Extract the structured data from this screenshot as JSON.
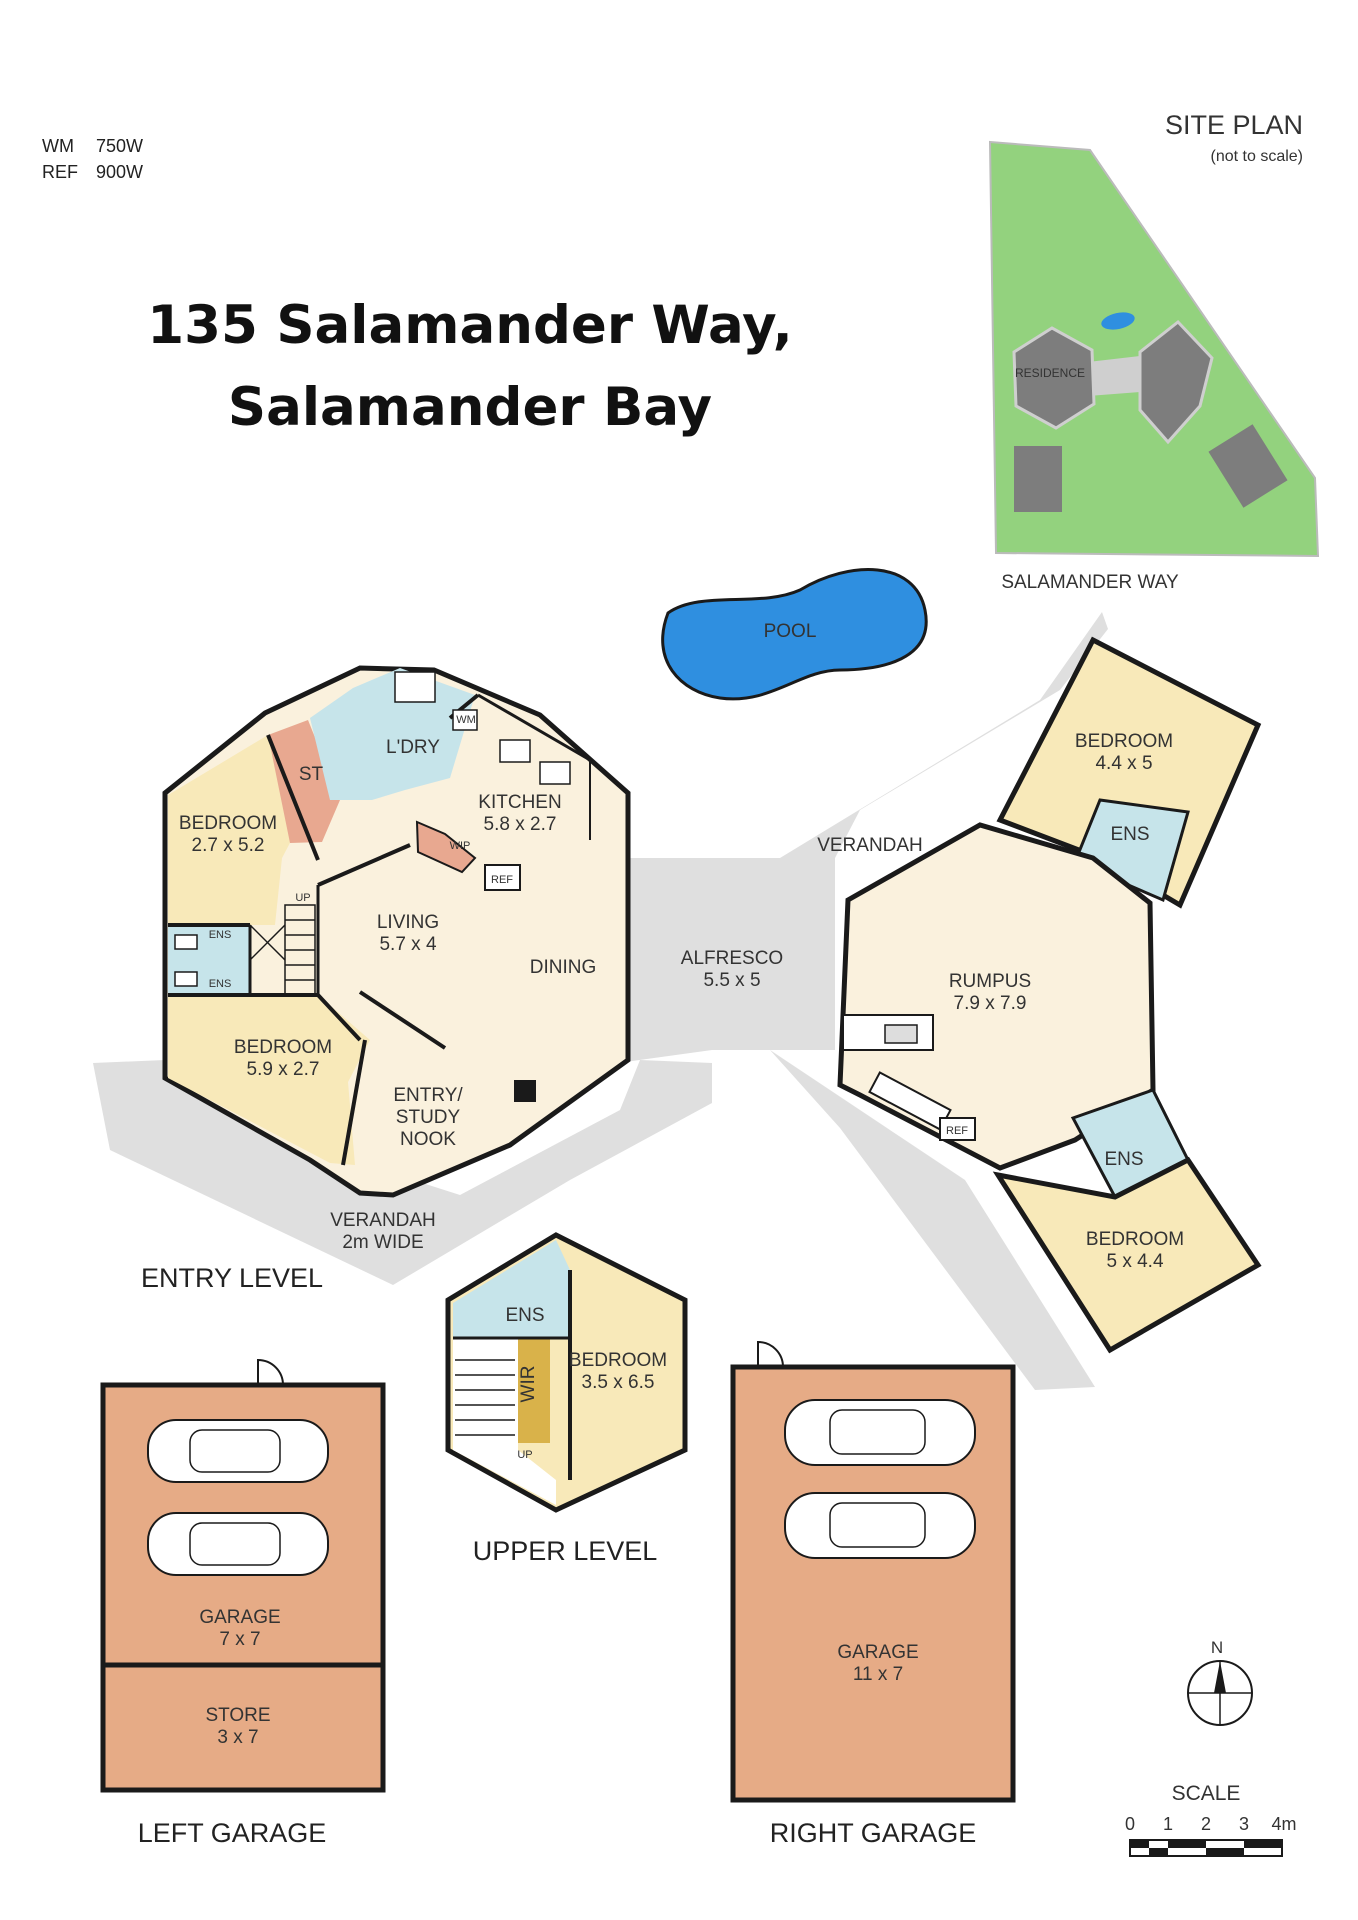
{
  "legend": {
    "rows": [
      {
        "key": "WM",
        "value": "750W"
      },
      {
        "key": "REF",
        "value": "900W"
      }
    ]
  },
  "title": {
    "line1": "135 Salamander Way,",
    "line2": "Salamander Bay"
  },
  "site_plan": {
    "heading": "SITE PLAN",
    "note": "(not to scale)",
    "residence": "RESIDENCE",
    "street": "SALAMANDER WAY"
  },
  "sections": {
    "entry_level": "ENTRY LEVEL",
    "upper_level": "UPPER LEVEL",
    "left_garage": "LEFT GARAGE",
    "right_garage": "RIGHT GARAGE"
  },
  "rooms": {
    "pool": "POOL",
    "laundry": "L'DRY",
    "wm": "WM",
    "st": "ST",
    "kitchen_name": "KITCHEN",
    "kitchen_size": "5.8 x 2.7",
    "wip": "WIP",
    "ref": "REF",
    "bed1_name": "BEDROOM",
    "bed1_size": "2.7 x 5.2",
    "ens_a": "ENS",
    "ens_b": "ENS",
    "up": "UP",
    "living_name": "LIVING",
    "living_size": "5.7 x 4",
    "dining": "DINING",
    "bed2_name": "BEDROOM",
    "bed2_size": "5.9 x 2.7",
    "entry_1": "ENTRY/",
    "entry_2": "STUDY",
    "entry_3": "NOOK",
    "verandah_1": "VERANDAH",
    "verandah_2": "2m WIDE",
    "alfresco_name": "ALFRESCO",
    "alfresco_size": "5.5 x 5",
    "verandah_top": "VERANDAH",
    "bed3_name": "BEDROOM",
    "bed3_size": "4.4 x 5",
    "ens_c": "ENS",
    "rumpus_name": "RUMPUS",
    "rumpus_size": "7.9 x 7.9",
    "ref2": "REF",
    "ens_d": "ENS",
    "bed4_name": "BEDROOM",
    "bed4_size": "5 x 4.4",
    "upper_ens": "ENS",
    "wir": "WIR",
    "upper_bed_name": "BEDROOM",
    "upper_bed_size": "3.5 x 6.5",
    "upper_up": "UP",
    "lgarage_name": "GARAGE",
    "lgarage_size": "7 x 7",
    "store_name": "STORE",
    "store_size": "3 x 7",
    "rgarage_name": "GARAGE",
    "rgarage_size": "11 x 7"
  },
  "compass": {
    "north": "N"
  },
  "scale": {
    "heading": "SCALE",
    "ticks": [
      "0",
      "1",
      "2",
      "3",
      "4m"
    ]
  },
  "colors": {
    "bedroom": "#f8e9b9",
    "living": "#faf1dd",
    "wet": "#c6e4ea",
    "verandah": "#dfdfdf",
    "garage": "#e6ab86",
    "store_room": "#e8a890",
    "wir": "#d9b24a",
    "pool": "#2f8fe0",
    "site_green": "#93d27e",
    "site_building": "#7d7d7d",
    "wall": "#1a1a1a"
  }
}
